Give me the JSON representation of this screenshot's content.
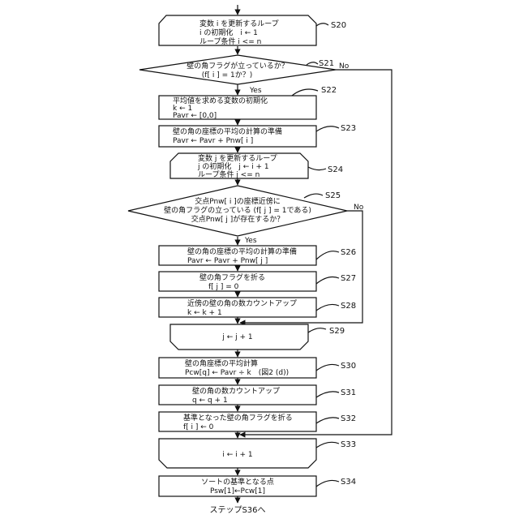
{
  "flowchart": {
    "s20": {
      "label": "S20",
      "lines": [
        "変数 i を更新するループ",
        "i の初期化　i ← 1",
        "ループ条件 i <= n"
      ]
    },
    "s21": {
      "label": "S21",
      "lines": [
        "壁の角フラグが立っているか？",
        "(f[ i ] = 1か？)"
      ],
      "yes": "Yes",
      "no": "No"
    },
    "s22": {
      "label": "S22",
      "lines": [
        "平均値を求める変数の初期化",
        "k ← 1",
        "Pavr ← [0,0]"
      ]
    },
    "s23": {
      "label": "S23",
      "lines": [
        "壁の角の座標の平均の計算の準備",
        "Pavr ← Pavr + Pnw[ i ]"
      ]
    },
    "s24": {
      "label": "S24",
      "lines": [
        "変数 j を更新するループ",
        "j の初期化　j ← i + 1",
        "ループ条件 j <= n"
      ]
    },
    "s25": {
      "label": "S25",
      "lines": [
        "交点Pnw[ i ]の座標近傍に",
        "壁の角フラグの立っている (f[ j ] = 1である)",
        "交点Pnw[ j ]が存在するか？"
      ],
      "yes": "Yes",
      "no": "No"
    },
    "s26": {
      "label": "S26",
      "lines": [
        "壁の角の座標の平均の計算の準備",
        "Pavr ← Pavr + Pnw[ j ]"
      ]
    },
    "s27": {
      "label": "S27",
      "lines": [
        "壁の角フラグを折る",
        "f[ j ] = 0"
      ]
    },
    "s28": {
      "label": "S28",
      "lines": [
        "近傍の壁の角の数カウントアップ",
        "k ← k + 1"
      ]
    },
    "s29": {
      "label": "S29",
      "lines": [
        "j ← j + 1"
      ]
    },
    "s30": {
      "label": "S30",
      "lines": [
        "壁の角座標の平均計算",
        "Pcw[q] ← Pavr ÷ k　(図2 (d))"
      ]
    },
    "s31": {
      "label": "S31",
      "lines": [
        "壁の角の数カウントアップ",
        "q ← q + 1"
      ]
    },
    "s32": {
      "label": "S32",
      "lines": [
        "基準となった壁の角フラグを折る",
        "f[ i ] ← 0"
      ]
    },
    "s33": {
      "label": "S33",
      "lines": [
        "i ← i + 1"
      ]
    },
    "s34": {
      "label": "S34",
      "lines": [
        "ソートの基準となる点",
        "Psw[1]←Pcw[1]"
      ]
    },
    "end": "ステップS36へ"
  }
}
